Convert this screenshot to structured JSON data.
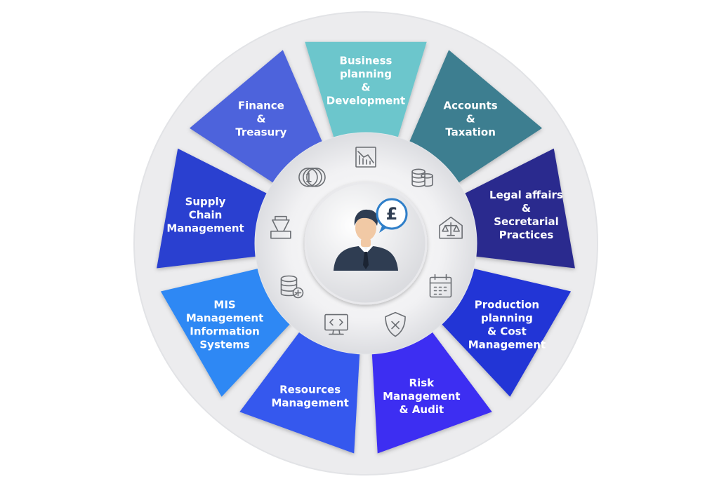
{
  "diagram": {
    "segments": [
      {
        "id": "business-planning",
        "lines": [
          "Business",
          "planning",
          "&",
          "Development"
        ],
        "color": "#6cc6cc",
        "icon": "declining-chart-icon"
      },
      {
        "id": "accounts-taxation",
        "lines": [
          "Accounts",
          "&",
          "Taxation"
        ],
        "color": "#3e7e90",
        "icon": "coin-stack-icon"
      },
      {
        "id": "legal-affairs",
        "lines": [
          "Legal affairs",
          "&",
          "Secretarial",
          "Practices"
        ],
        "color": "#2a2a8e",
        "icon": "justice-scale-icon"
      },
      {
        "id": "production-planning",
        "lines": [
          "Production",
          "planning",
          "& Cost",
          "Management"
        ],
        "color": "#2234d6",
        "icon": "calendar-icon"
      },
      {
        "id": "risk-management",
        "lines": [
          "Risk",
          "Management",
          "& Audit"
        ],
        "color": "#3d2df2",
        "icon": "shield-x-icon"
      },
      {
        "id": "resources-management",
        "lines": [
          "Resources",
          "Management"
        ],
        "color": "#3558ee",
        "icon": "code-monitor-icon"
      },
      {
        "id": "mis",
        "lines": [
          "MIS",
          "Management",
          "Information",
          "Systems"
        ],
        "color": "#2f88f4",
        "icon": "database-add-icon"
      },
      {
        "id": "supply-chain",
        "lines": [
          "Supply",
          "Chain",
          "Management"
        ],
        "color": "#2a3fd0",
        "icon": "paper-clip-icon"
      },
      {
        "id": "finance-treasury",
        "lines": [
          "Finance",
          "&",
          "Treasury"
        ],
        "color": "#4d64dc",
        "icon": "coins-icon"
      }
    ],
    "center": {
      "icon": "businessman-pound-icon",
      "currency_symbol": "£"
    }
  }
}
